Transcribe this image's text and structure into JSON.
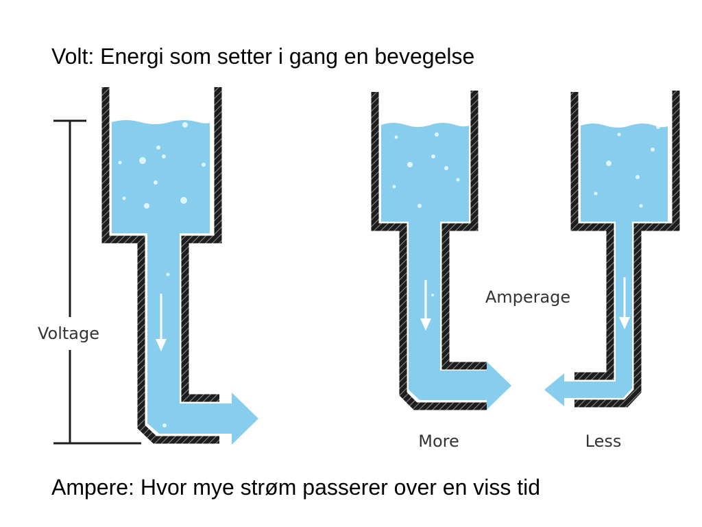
{
  "slide": {
    "title": "Volt: Energi som setter i gang en bevegelse",
    "caption": "Ampere: Hvor mye strøm passerer over en viss tid"
  },
  "diagram": {
    "voltage_label": "Voltage",
    "amperage_label": "Amperage",
    "more_label": "More",
    "less_label": "Less"
  },
  "colors": {
    "water": "#87cdee",
    "wall": "#1d1d1d",
    "hatch": "#8a8a8a",
    "label": "#333333",
    "bubble": "#ffffff"
  }
}
